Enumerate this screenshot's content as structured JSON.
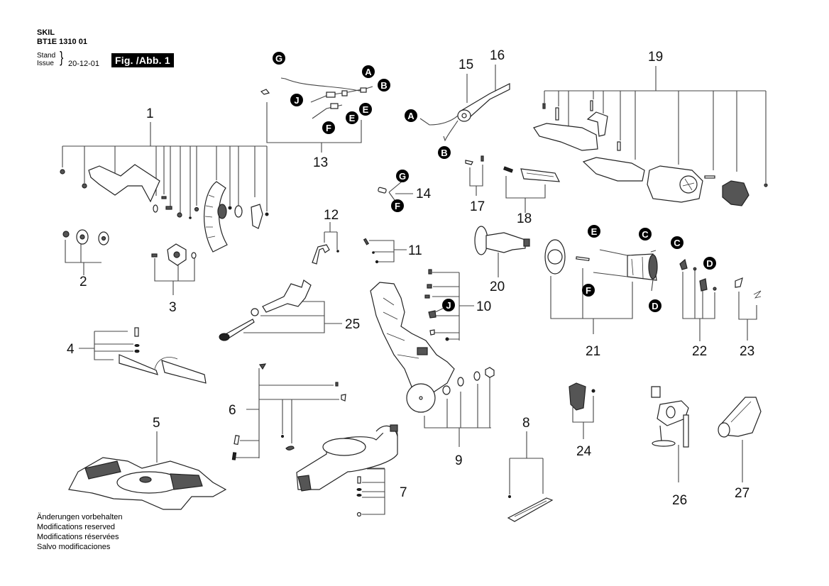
{
  "header": {
    "brand": "SKIL",
    "document_code": "BT1E 1310 01",
    "stand_label": "Stand",
    "issue_label": "Issue",
    "issue_date": "20-12-01",
    "figure_label": "Fig. /Abb. 1"
  },
  "notes": [
    "Änderungen vorbehalten",
    "Modifications reserved",
    "Modifications réservées",
    "Salvo modificaciones"
  ],
  "callouts": [
    "1",
    "2",
    "3",
    "4",
    "5",
    "6",
    "7",
    "8",
    "9",
    "10",
    "11",
    "12",
    "13",
    "14",
    "15",
    "16",
    "17",
    "18",
    "19",
    "20",
    "21",
    "22",
    "23",
    "24",
    "25",
    "26",
    "27"
  ],
  "connection_markers": {
    "group_13": [
      "G",
      "A",
      "B",
      "J",
      "E",
      "E",
      "F"
    ],
    "group_15": [
      "A",
      "B"
    ],
    "group_14": [
      "G",
      "F"
    ],
    "group_10": [
      "J"
    ],
    "group_21": [
      "E",
      "C",
      "F",
      "D"
    ],
    "group_22": [
      "C",
      "D"
    ]
  },
  "colors": {
    "line": "#444444",
    "marker_fill": "#000000",
    "marker_text": "#ffffff",
    "badge_bg": "#000000"
  }
}
